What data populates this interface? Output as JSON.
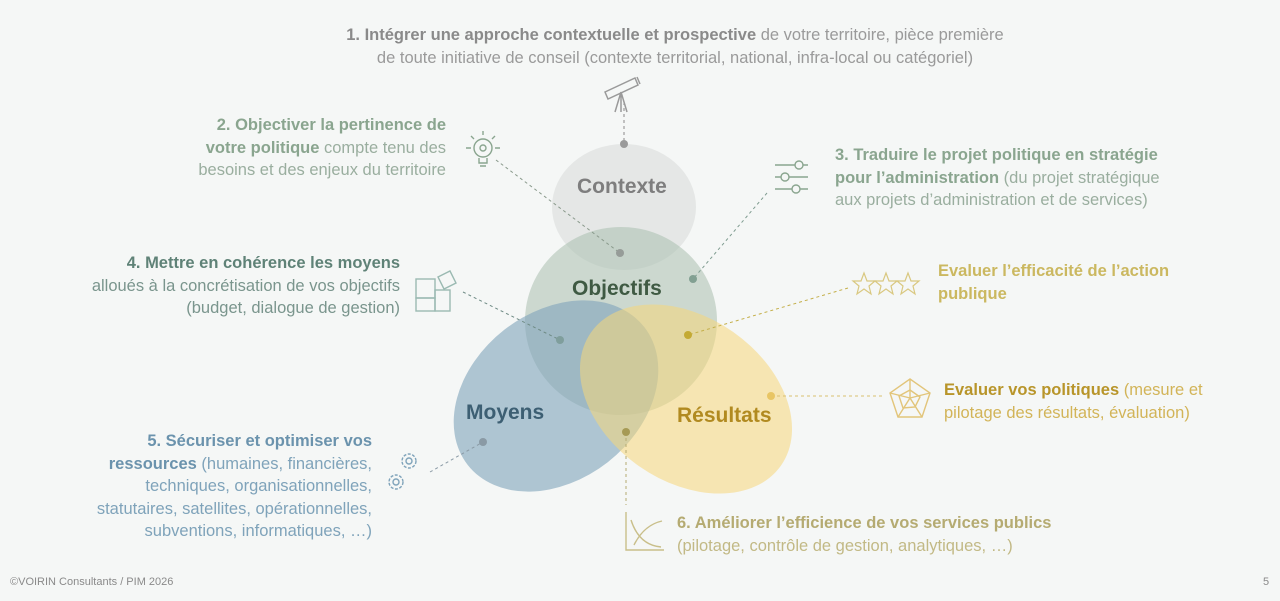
{
  "colors": {
    "contexte": "#8a8a8a",
    "objectifs": "#8aa58f",
    "moyens_text": "#5f8277",
    "ressources": "#6b93ad",
    "efficacite": "#cbb860",
    "politiques": "#b8952a",
    "efficience": "#b5ab72"
  },
  "diagram": {
    "circles": [
      "Contexte",
      "Objectifs",
      "Moyens",
      "Résultats"
    ]
  },
  "items": [
    {
      "icon": "telescope-icon",
      "bold": "1. Intégrer une approche contextuelle et prospective",
      "rest_line1": " de votre territoire, pièce première",
      "rest_line2": "de toute initiative de conseil (contexte territorial, national, infra-local ou catégoriel)"
    },
    {
      "icon": "lightbulb-gear-icon",
      "bold1": "2. Objectiver la pertinence de",
      "bold2": "votre politique",
      "rest": " compte tenu des",
      "rest2": "besoins et des enjeux du territoire"
    },
    {
      "icon": "sliders-icon",
      "bold1": "3. Traduire le projet politique en stratégie",
      "bold2": "pour l’administration",
      "rest": " (du projet stratégique",
      "rest2": "aux projets d’administration et de services)"
    },
    {
      "icon": "puzzle-icon",
      "bold": "4. Mettre en cohérence les moyens",
      "rest1": "alloués à la concrétisation de vos objectifs",
      "rest2": "(budget, dialogue de gestion)"
    },
    {
      "icon": "gears-icon",
      "bold1": "5. Sécuriser et optimiser vos",
      "bold2": "ressources",
      "rest": " (humaines, financières,",
      "rest2": "techniques, organisationnelles,",
      "rest3": "statutaires, satellites, opérationnelles,",
      "rest4": "subventions, informatiques, …)"
    },
    {
      "icon": "chart-curve-icon",
      "bold": "6. Améliorer l’efficience de vos services publics",
      "rest": "(pilotage, contrôle de gestion, analytiques, …)"
    },
    {
      "icon": "stars-icon",
      "bold1": "Evaluer l’efficacité de l’action",
      "bold2": "publique"
    },
    {
      "icon": "radar-icon",
      "bold": "Evaluer vos politiques",
      "rest": " (mesure et",
      "rest2": "pilotage des résultats, évaluation)"
    }
  ],
  "footer": {
    "copyright": "©VOIRIN Consultants / PIM 2026",
    "page": "5"
  }
}
